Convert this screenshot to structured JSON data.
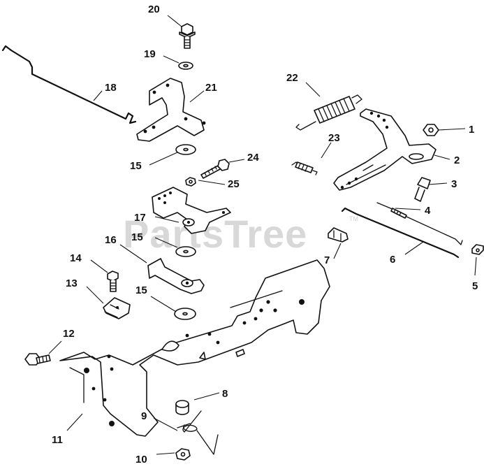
{
  "watermark": {
    "text": "PartsTree",
    "trademark": "TM"
  },
  "callouts": [
    "1",
    "2",
    "3",
    "4",
    "5",
    "6",
    "7",
    "8",
    "9",
    "10",
    "11",
    "12",
    "13",
    "14",
    "15",
    "15",
    "15",
    "16",
    "17",
    "18",
    "19",
    "20",
    "21",
    "22",
    "23",
    "24",
    "25"
  ],
  "colors": {
    "line": "#111111",
    "background": "#ffffff",
    "watermark": "#d8d8d8"
  }
}
